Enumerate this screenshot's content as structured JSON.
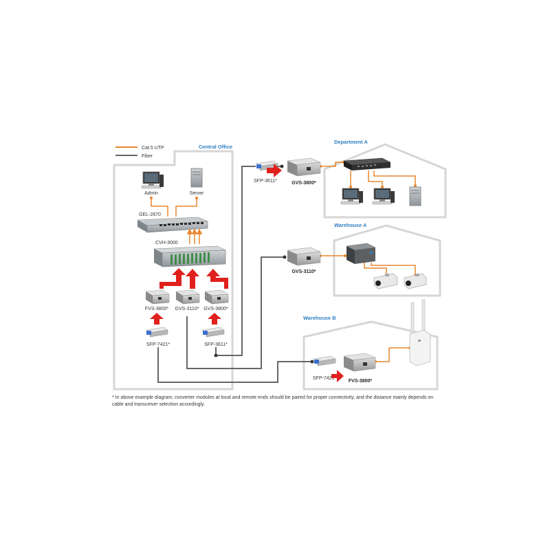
{
  "legend": {
    "utp_label": "Cat.5 UTP",
    "fiber_label": "Fiber"
  },
  "colors": {
    "utp": "#e8852b",
    "fiber": "#666666",
    "arrow": "#e0201c",
    "site_title": "#2f7fc1",
    "building": "#d6d6d6"
  },
  "central_office": {
    "title": "Central Office",
    "admin_label": "Admin",
    "server_label": "Server",
    "switch_label": "GEL-2870",
    "chassis_label": "CVH-3000",
    "converters": [
      {
        "label": "FVS-3800*"
      },
      {
        "label": "GVS-3110*"
      },
      {
        "label": "GVS-3800*"
      }
    ],
    "sfp_left_label": "SFP-7421*",
    "sfp_right_label": "SFP-3611*"
  },
  "link_top": {
    "sfp_label": "SFP-3611*",
    "converter_label": "GVS-3800*"
  },
  "department_a": {
    "title": "Department A"
  },
  "warehouse_a": {
    "title": "Warehouse A",
    "converter_label": "GVS-3110*"
  },
  "warehouse_b": {
    "title": "Warehouse B",
    "sfp_label": "SFP-7421*",
    "converter_label": "FVS-3800*"
  },
  "footnote": {
    "text": "* In above example diagram, converter modules at local and remote ends should be paired for proper connectivity, and the distance mainly depends on cable and transceiver selection accordingly."
  }
}
